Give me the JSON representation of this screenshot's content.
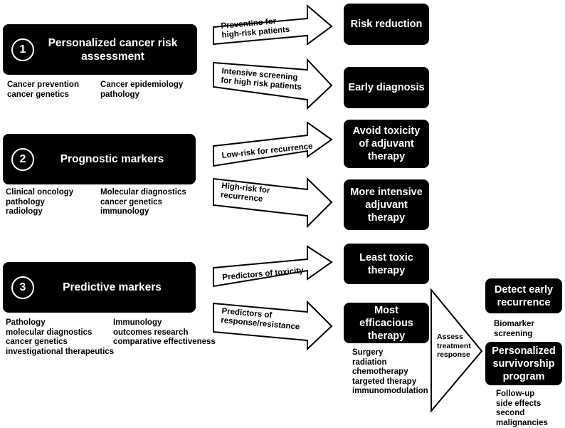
{
  "stages": [
    {
      "number": "1",
      "title": "Personalized cancer risk assessment",
      "notes_left": "Cancer prevention\ncancer genetics",
      "notes_right": "Cancer epidemiology\npathology"
    },
    {
      "number": "2",
      "title": "Prognostic markers",
      "notes_left": "Clinical oncology\npathology\nradiology",
      "notes_right": "Molecular diagnostics\ncancer genetics\nimmunology"
    },
    {
      "number": "3",
      "title": "Predictive markers",
      "notes_left": "Pathology\nmolecular diagnostics\ncancer genetics\ninvestigational therapeutics",
      "notes_right": "Immunology\noutcomes research\ncomparative effectiveness"
    }
  ],
  "arrows": [
    "Preventino for\nhigh-risk patients",
    "Intensive screening\nfor high risk patients",
    "Low-risk for recurrence",
    "High-risk for\nrecurrence",
    "Predictors of toxicity",
    "Predictors of\nresponse/resistance"
  ],
  "outcomes": [
    "Risk reduction",
    "Early diagnosis",
    "Avoid toxicity of adjuvant therapy",
    "More intensive adjuvant therapy",
    "Least toxic therapy",
    "Most efficacious therapy"
  ],
  "efficacious_notes": "Surgery\nradiation\nchemotherapy\ntargeted therapy\nimmunomodulation",
  "assess_label": "Assess\ntreatment\nresponse",
  "followup": [
    {
      "title": "Detect early recurrence",
      "notes": "Biomarker\nscreening"
    },
    {
      "title": "Personalized survivorship program",
      "notes": "Follow-up\nside effects\nsecond\nmalignancies"
    }
  ]
}
